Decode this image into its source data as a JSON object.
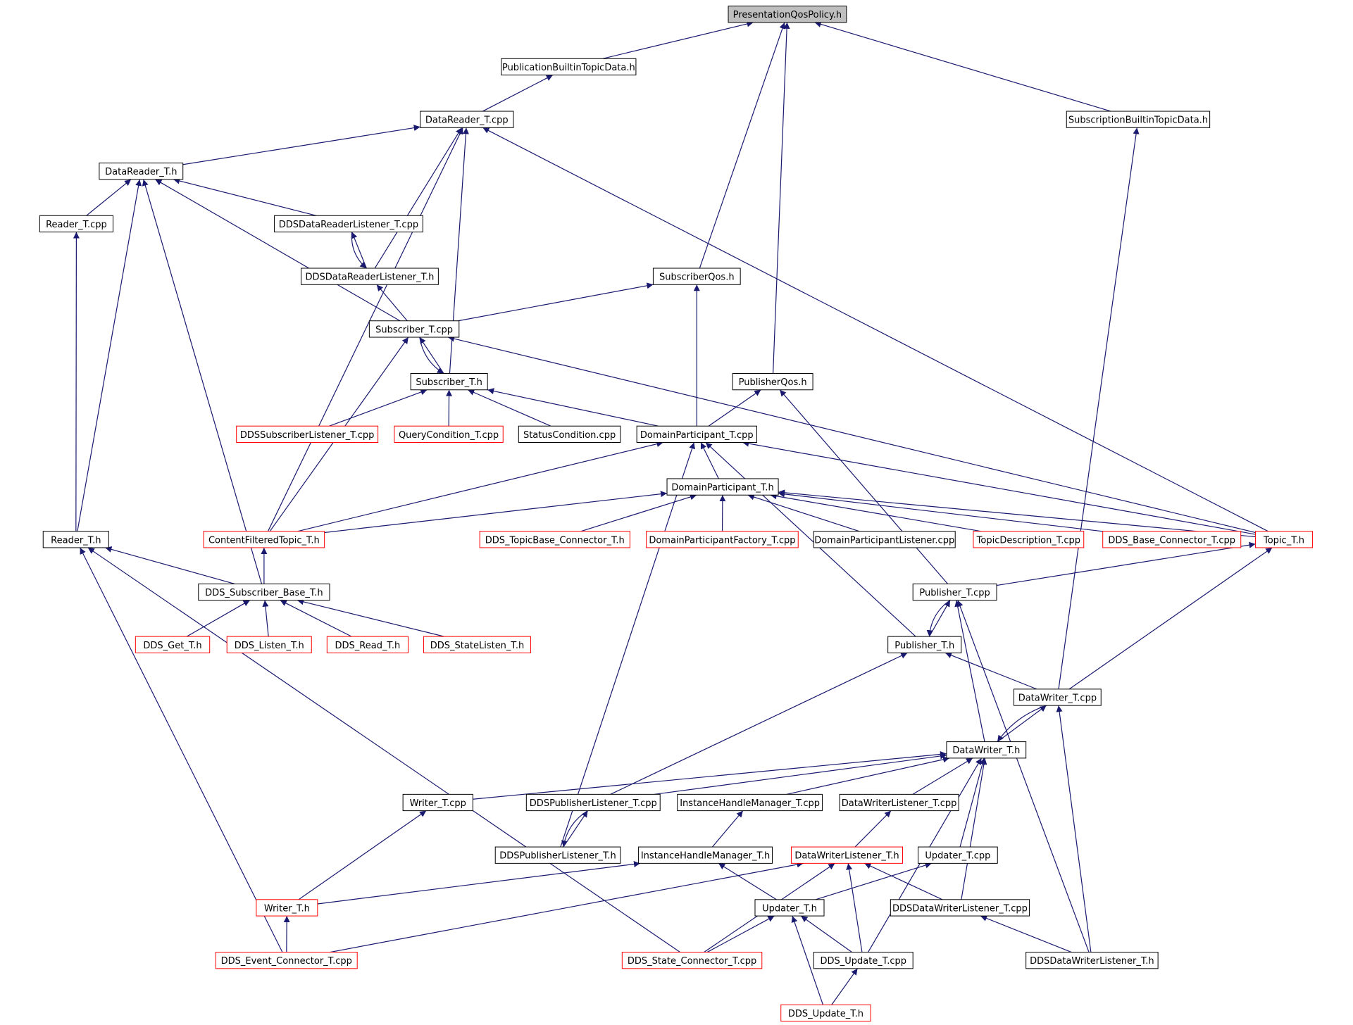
{
  "graph": {
    "nodes": [
      {
        "id": "root",
        "label": "PresentationQosPolicy.h",
        "style": "root"
      },
      {
        "id": "pubbt",
        "label": "PublicationBuiltinTopicData.h",
        "style": "normal"
      },
      {
        "id": "subbt",
        "label": "SubscriptionBuiltinTopicData.h",
        "style": "normal"
      },
      {
        "id": "drcpp",
        "label": "DataReader_T.cpp",
        "style": "normal"
      },
      {
        "id": "drh",
        "label": "DataReader_T.h",
        "style": "normal"
      },
      {
        "id": "rcpp",
        "label": "Reader_T.cpp",
        "style": "normal"
      },
      {
        "id": "ddrlcpp",
        "label": "DDSDataReaderListener_T.cpp",
        "style": "normal"
      },
      {
        "id": "ddrlh",
        "label": "DDSDataReaderListener_T.h",
        "style": "normal"
      },
      {
        "id": "subqos",
        "label": "SubscriberQos.h",
        "style": "normal"
      },
      {
        "id": "subcpp",
        "label": "Subscriber_T.cpp",
        "style": "normal"
      },
      {
        "id": "subh",
        "label": "Subscriber_T.h",
        "style": "normal"
      },
      {
        "id": "pubqos",
        "label": "PublisherQos.h",
        "style": "normal"
      },
      {
        "id": "ddssl",
        "label": "DDSSubscriberListener_T.cpp",
        "style": "red"
      },
      {
        "id": "qc",
        "label": "QueryCondition_T.cpp",
        "style": "red"
      },
      {
        "id": "sc",
        "label": "StatusCondition.cpp",
        "style": "normal"
      },
      {
        "id": "dpcpp",
        "label": "DomainParticipant_T.cpp",
        "style": "normal"
      },
      {
        "id": "dph",
        "label": "DomainParticipant_T.h",
        "style": "normal"
      },
      {
        "id": "rh",
        "label": "Reader_T.h",
        "style": "normal"
      },
      {
        "id": "cft",
        "label": "ContentFilteredTopic_T.h",
        "style": "red"
      },
      {
        "id": "tbc",
        "label": "DDS_TopicBase_Connector_T.h",
        "style": "red"
      },
      {
        "id": "dpf",
        "label": "DomainParticipantFactory_T.cpp",
        "style": "red"
      },
      {
        "id": "dpl",
        "label": "DomainParticipantListener.cpp",
        "style": "normal"
      },
      {
        "id": "td",
        "label": "TopicDescription_T.cpp",
        "style": "red"
      },
      {
        "id": "bc",
        "label": "DDS_Base_Connector_T.cpp",
        "style": "red"
      },
      {
        "id": "topic",
        "label": "Topic_T.h",
        "style": "red"
      },
      {
        "id": "sbase",
        "label": "DDS_Subscriber_Base_T.h",
        "style": "normal"
      },
      {
        "id": "pubcpp",
        "label": "Publisher_T.cpp",
        "style": "normal"
      },
      {
        "id": "get",
        "label": "DDS_Get_T.h",
        "style": "red"
      },
      {
        "id": "listen",
        "label": "DDS_Listen_T.h",
        "style": "red"
      },
      {
        "id": "read",
        "label": "DDS_Read_T.h",
        "style": "red"
      },
      {
        "id": "slisten",
        "label": "DDS_StateListen_T.h",
        "style": "red"
      },
      {
        "id": "pubh",
        "label": "Publisher_T.h",
        "style": "normal"
      },
      {
        "id": "dwcpp",
        "label": "DataWriter_T.cpp",
        "style": "normal"
      },
      {
        "id": "dwh",
        "label": "DataWriter_T.h",
        "style": "normal"
      },
      {
        "id": "wcpp",
        "label": "Writer_T.cpp",
        "style": "normal"
      },
      {
        "id": "dplcpp",
        "label": "DDSPublisherListener_T.cpp",
        "style": "normal"
      },
      {
        "id": "ihmcpp",
        "label": "InstanceHandleManager_T.cpp",
        "style": "normal"
      },
      {
        "id": "dwlcpp",
        "label": "DataWriterListener_T.cpp",
        "style": "normal"
      },
      {
        "id": "dplh",
        "label": "DDSPublisherListener_T.h",
        "style": "normal"
      },
      {
        "id": "ihmh",
        "label": "InstanceHandleManager_T.h",
        "style": "normal"
      },
      {
        "id": "dwlh",
        "label": "DataWriterListener_T.h",
        "style": "red"
      },
      {
        "id": "ucpp",
        "label": "Updater_T.cpp",
        "style": "normal"
      },
      {
        "id": "wh",
        "label": "Writer_T.h",
        "style": "red"
      },
      {
        "id": "uh",
        "label": "Updater_T.h",
        "style": "normal"
      },
      {
        "id": "ddwlcpp",
        "label": "DDSDataWriterListener_T.cpp",
        "style": "normal"
      },
      {
        "id": "ecn",
        "label": "DDS_Event_Connector_T.cpp",
        "style": "red"
      },
      {
        "id": "scn",
        "label": "DDS_State_Connector_T.cpp",
        "style": "red"
      },
      {
        "id": "upcpp",
        "label": "DDS_Update_T.cpp",
        "style": "normal"
      },
      {
        "id": "ddwlh",
        "label": "DDSDataWriterListener_T.h",
        "style": "normal"
      },
      {
        "id": "uph",
        "label": "DDS_Update_T.h",
        "style": "red"
      }
    ],
    "edges": [
      [
        "pubbt",
        "root"
      ],
      [
        "subqos",
        "root"
      ],
      [
        "pubqos",
        "root"
      ],
      [
        "subbt",
        "root"
      ],
      [
        "drcpp",
        "pubbt"
      ],
      [
        "dwcpp",
        "subbt"
      ],
      [
        "drh",
        "drcpp"
      ],
      [
        "ddrlh",
        "drcpp"
      ],
      [
        "subh",
        "drcpp"
      ],
      [
        "cft",
        "drcpp"
      ],
      [
        "topic",
        "drcpp"
      ],
      [
        "rcpp",
        "drh"
      ],
      [
        "ddrlcpp",
        "drh"
      ],
      [
        "subcpp",
        "drh"
      ],
      [
        "rh",
        "drh"
      ],
      [
        "sbase",
        "drh"
      ],
      [
        "rh",
        "rcpp"
      ],
      [
        "ddrlh",
        "ddrlcpp"
      ],
      [
        "ddrlcpp",
        "ddrlh"
      ],
      [
        "subcpp",
        "ddrlh"
      ],
      [
        "subcpp",
        "subqos"
      ],
      [
        "dpcpp",
        "subqos"
      ],
      [
        "subh",
        "subcpp"
      ],
      [
        "subcpp",
        "subh"
      ],
      [
        "cft",
        "subcpp"
      ],
      [
        "topic",
        "subcpp"
      ],
      [
        "ddssl",
        "subh"
      ],
      [
        "qc",
        "subh"
      ],
      [
        "sc",
        "subh"
      ],
      [
        "dpcpp",
        "subh"
      ],
      [
        "dpcpp",
        "pubqos"
      ],
      [
        "pubcpp",
        "pubqos"
      ],
      [
        "dph",
        "dpcpp"
      ],
      [
        "cft",
        "dpcpp"
      ],
      [
        "pubh",
        "dpcpp"
      ],
      [
        "topic",
        "dpcpp"
      ],
      [
        "dplh",
        "dpcpp"
      ],
      [
        "cft",
        "dph"
      ],
      [
        "tbc",
        "dph"
      ],
      [
        "dpf",
        "dph"
      ],
      [
        "dpl",
        "dph"
      ],
      [
        "td",
        "dph"
      ],
      [
        "bc",
        "dph"
      ],
      [
        "topic",
        "dph"
      ],
      [
        "sbase",
        "rh"
      ],
      [
        "ecn",
        "rh"
      ],
      [
        "scn",
        "rh"
      ],
      [
        "sbase",
        "cft"
      ],
      [
        "get",
        "sbase"
      ],
      [
        "listen",
        "sbase"
      ],
      [
        "read",
        "sbase"
      ],
      [
        "slisten",
        "sbase"
      ],
      [
        "pubcpp",
        "topic"
      ],
      [
        "dwcpp",
        "topic"
      ],
      [
        "pubh",
        "pubcpp"
      ],
      [
        "pubcpp",
        "pubh"
      ],
      [
        "dwh",
        "pubcpp"
      ],
      [
        "ddwlh",
        "pubcpp"
      ],
      [
        "dwcpp",
        "pubh"
      ],
      [
        "dplcpp",
        "pubh"
      ],
      [
        "dwh",
        "dwcpp"
      ],
      [
        "dwcpp",
        "dwh"
      ],
      [
        "ddwlh",
        "dwcpp"
      ],
      [
        "wcpp",
        "dwh"
      ],
      [
        "dplcpp",
        "dwh"
      ],
      [
        "ihmcpp",
        "dwh"
      ],
      [
        "dwlcpp",
        "dwh"
      ],
      [
        "ucpp",
        "dwh"
      ],
      [
        "ddwlcpp",
        "dwh"
      ],
      [
        "upcpp",
        "dwh"
      ],
      [
        "wh",
        "wcpp"
      ],
      [
        "dplh",
        "dplcpp"
      ],
      [
        "dplcpp",
        "dplh"
      ],
      [
        "ihmh",
        "ihmcpp"
      ],
      [
        "dwlh",
        "dwlcpp"
      ],
      [
        "wh",
        "ihmh"
      ],
      [
        "uh",
        "ihmh"
      ],
      [
        "ecn",
        "dwlh"
      ],
      [
        "scn",
        "dwlh"
      ],
      [
        "upcpp",
        "dwlh"
      ],
      [
        "ddwlcpp",
        "dwlh"
      ],
      [
        "uh",
        "ucpp"
      ],
      [
        "ecn",
        "wh"
      ],
      [
        "scn",
        "uh"
      ],
      [
        "upcpp",
        "uh"
      ],
      [
        "uph",
        "uh"
      ],
      [
        "ddwlh",
        "ddwlcpp"
      ],
      [
        "uph",
        "upcpp"
      ]
    ]
  }
}
